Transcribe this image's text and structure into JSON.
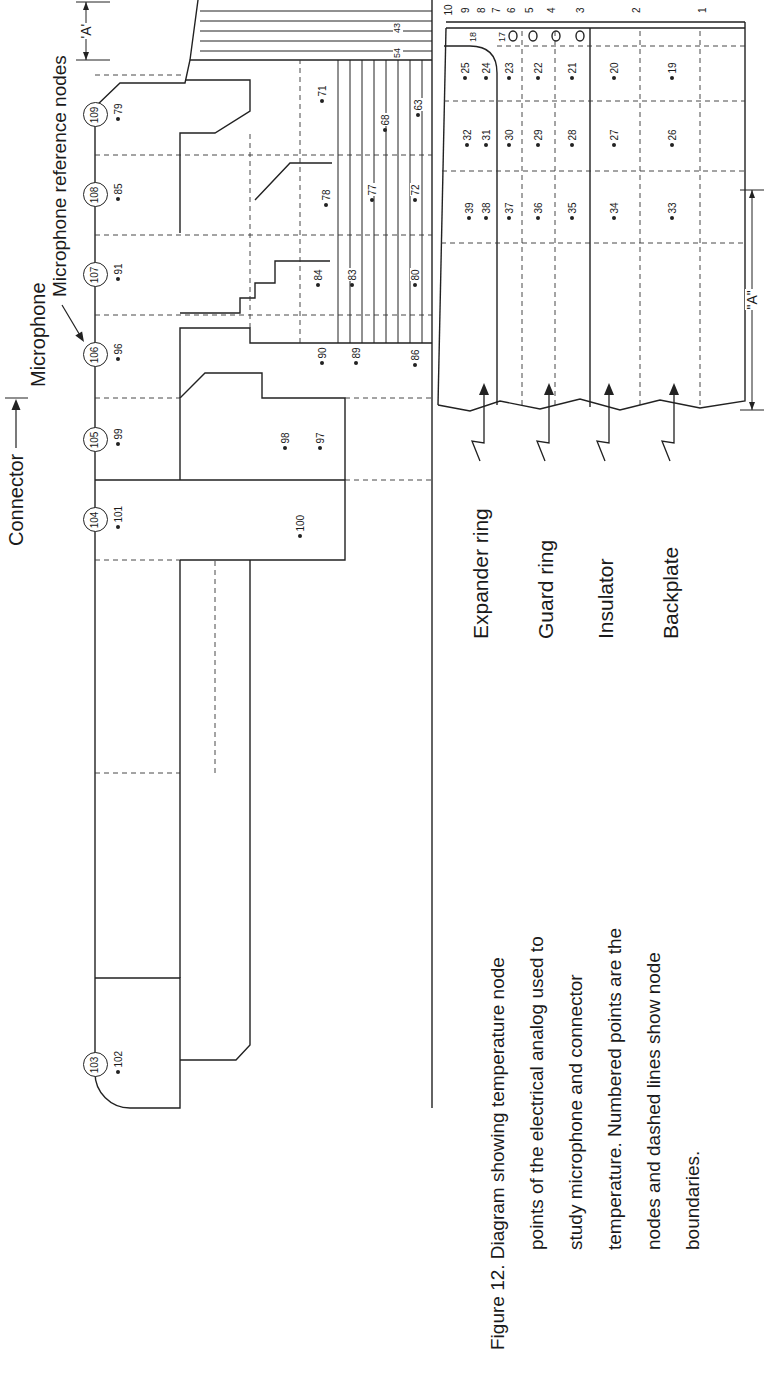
{
  "diagram": {
    "caption": "Figure 12. Diagram showing temperature node points of the electrical analog used to study microphone and connector temperature. Numbered points are the nodes and dashed lines show node boundaries.",
    "nodes": [
      {
        "text": [
          "103"
        ]
      },
      {
        "text": [
          "104"
        ]
      },
      {
        "text": [
          "105"
        ]
      },
      {
        "text": [
          "106"
        ]
      },
      {
        "text": [
          "107"
        ]
      },
      {
        "text": [
          "108"
        ]
      },
      {
        "text": [
          "109"
        ]
      }
    ],
    "labels": [
      "Connector",
      "Microphone",
      "Microphone reference nodes",
      "'A'",
      "102",
      "101",
      "99",
      "96",
      "91",
      "85",
      "79",
      "100",
      "98",
      "97",
      "90",
      "89",
      "86",
      "84",
      "83",
      "80",
      "78",
      "77",
      "72",
      "71",
      "68",
      "63",
      "54",
      "43",
      "Expander ring",
      "Guard ring",
      "Insulator",
      "Backplate",
      "\"A\"",
      "10",
      "9",
      "8",
      "7",
      "6",
      "5",
      "4",
      "3",
      "2",
      "1",
      "25",
      "24",
      "23",
      "22",
      "21",
      "20",
      "19",
      "32",
      "31",
      "30",
      "29",
      "28",
      "27",
      "26",
      "39",
      "38",
      "37",
      "36",
      "35",
      "34",
      "33",
      "18",
      "17"
    ]
  }
}
